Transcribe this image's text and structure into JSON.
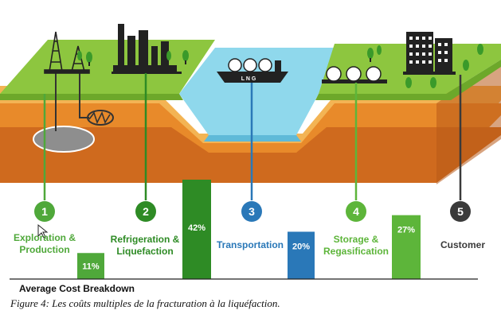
{
  "diagram": {
    "ship_text": "L N G",
    "breakdown_title": "Average Cost Breakdown",
    "caption": "Figure 4: Les coûts multiples de la fracturation à la liquéfaction.",
    "colors": {
      "dark_green": "#2e8b25",
      "light_green": "#5db53a",
      "blue": "#2a78b8",
      "dark_gray": "#3a3a3a",
      "grass": "#8dc63f",
      "water": "#8fd8ec",
      "soil_1": "#f0a040",
      "soil_2": "#e07c1c",
      "soil_3": "#c8621c"
    },
    "stages": [
      {
        "number": "1",
        "label": "Exploration &\nProduction",
        "color": "#4fa83a",
        "share": 11,
        "share_label": "11%"
      },
      {
        "number": "2",
        "label": "Refrigeration &\nLiquefaction",
        "color": "#2e8b25",
        "share": 42,
        "share_label": "42%"
      },
      {
        "number": "3",
        "label": "Transportation",
        "color": "#2a78b8",
        "share": 20,
        "share_label": "20%"
      },
      {
        "number": "4",
        "label": "Storage &\nRegasification",
        "color": "#5db53a",
        "share": 27,
        "share_label": "27%"
      },
      {
        "number": "5",
        "label": "Customer",
        "color": "#3a3a3a"
      }
    ]
  }
}
